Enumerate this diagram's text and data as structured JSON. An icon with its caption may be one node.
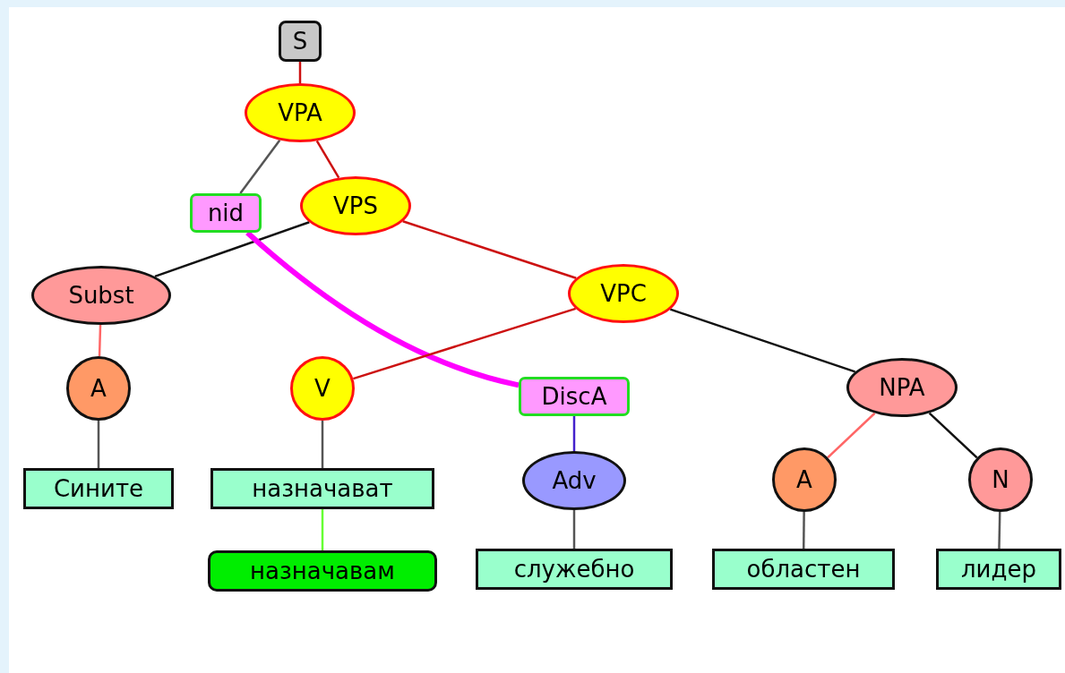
{
  "diagram": {
    "nodes": [
      {
        "text": [
          "S"
        ]
      },
      {
        "text": [
          "VPA"
        ]
      },
      {
        "text": [
          "nid"
        ]
      },
      {
        "text": [
          "VPS"
        ]
      },
      {
        "text": [
          "Subst"
        ]
      },
      {
        "text": [
          "VPC"
        ]
      },
      {
        "text": [
          "A"
        ]
      },
      {
        "text": [
          "V"
        ]
      },
      {
        "text": [
          "DiscA"
        ]
      },
      {
        "text": [
          "NPA"
        ]
      },
      {
        "text": [
          "Сините"
        ]
      },
      {
        "text": [
          "назначават"
        ]
      },
      {
        "text": [
          "Adv"
        ]
      },
      {
        "text": [
          "A"
        ]
      },
      {
        "text": [
          "N"
        ]
      },
      {
        "text": [
          "назначавам"
        ]
      },
      {
        "text": [
          "служебно"
        ]
      },
      {
        "text": [
          "областен"
        ]
      },
      {
        "text": [
          "лидер"
        ]
      }
    ],
    "edges": [
      {
        "from": 0,
        "to": 1,
        "arrow": "none",
        "color": "#cc1111"
      },
      {
        "from": 1,
        "to": 2,
        "arrow": "none"
      },
      {
        "from": 1,
        "to": 3,
        "arrow": "none",
        "color": "#cc1111"
      },
      {
        "from": 3,
        "to": 4,
        "arrow": "none",
        "color": "#111111"
      },
      {
        "from": 3,
        "to": 5,
        "arrow": "none",
        "color": "#cc1111"
      },
      {
        "from": 2,
        "to": 8,
        "arrow": "none",
        "style": "thick",
        "color": "#ff00ff"
      },
      {
        "from": 4,
        "to": 6,
        "arrow": "none",
        "color": "#ff6666"
      },
      {
        "from": 5,
        "to": 7,
        "arrow": "none",
        "color": "#cc1111"
      },
      {
        "from": 5,
        "to": 9,
        "arrow": "none",
        "color": "#111111"
      },
      {
        "from": 6,
        "to": 10,
        "arrow": "none"
      },
      {
        "from": 7,
        "to": 11,
        "arrow": "none"
      },
      {
        "from": 8,
        "to": 12,
        "arrow": "none",
        "color": "#4422cc"
      },
      {
        "from": 9,
        "to": 13,
        "arrow": "none",
        "color": "#ff6666"
      },
      {
        "from": 9,
        "to": 14,
        "arrow": "none",
        "color": "#111111"
      },
      {
        "from": 11,
        "to": 15,
        "arrow": "none",
        "color": "#66ff33"
      },
      {
        "from": 12,
        "to": 16,
        "arrow": "none"
      },
      {
        "from": 13,
        "to": 17,
        "arrow": "none"
      },
      {
        "from": 14,
        "to": 18,
        "arrow": "none"
      }
    ]
  }
}
